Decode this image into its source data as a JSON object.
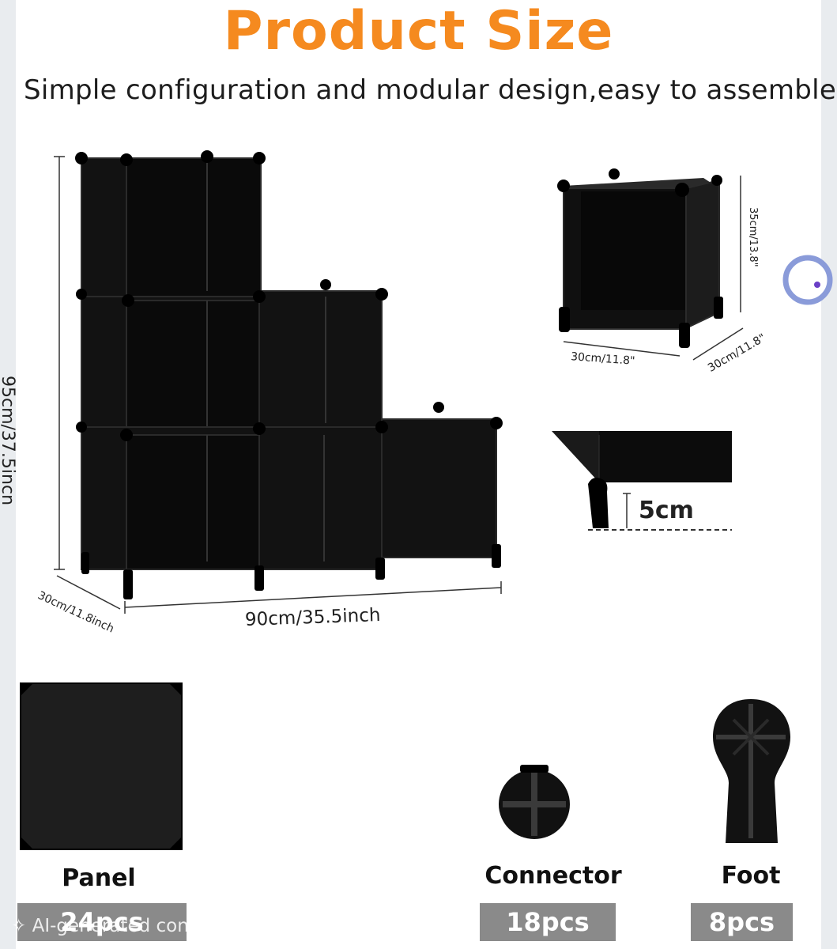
{
  "header": {
    "title": "Product Size",
    "subtitle": "Simple configuration and modular design,easy to assemble"
  },
  "main_diagram": {
    "height_label": "95cm/37.5incn",
    "depth_label": "30cm/11.8inch",
    "width_label": "90cm/35.5inch"
  },
  "cube_detail": {
    "height_label": "35cm/13.8\"",
    "width_label": "30cm/11.8\"",
    "depth_label": "30cm/11.8\""
  },
  "foot_detail": {
    "height_label": "5cm"
  },
  "parts": [
    {
      "name": "Panel",
      "count": "24pcs"
    },
    {
      "name": "Connector",
      "count": "18pcs"
    },
    {
      "name": "Foot",
      "count": "8pcs"
    }
  ],
  "overlay": {
    "ai_label": "✧ AI-generated content",
    "assistant_icon": "assistant-ring-icon"
  },
  "colors": {
    "title": "#f58a1f",
    "unit_black": "#111111",
    "count_box": "#8a8a8a"
  }
}
